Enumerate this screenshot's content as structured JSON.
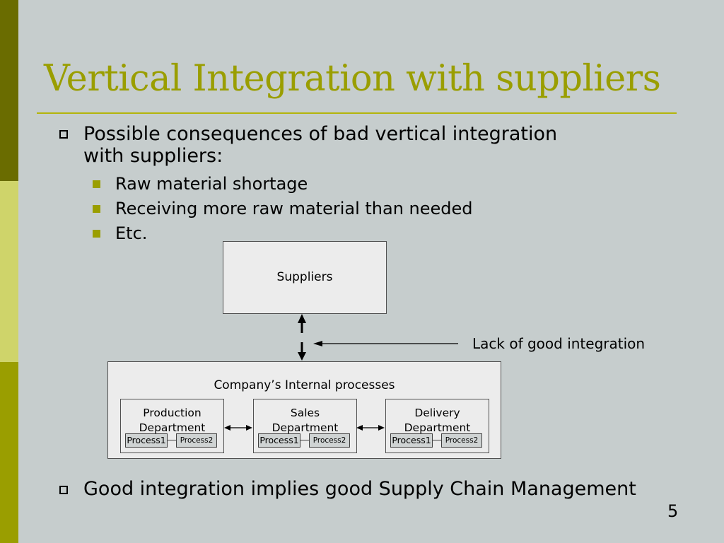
{
  "slide": {
    "title": "Vertical Integration with suppliers",
    "bullets": [
      "Possible consequences of bad vertical integration",
      "with suppliers:"
    ],
    "sub_bullets": [
      "Raw material shortage",
      "Receiving more raw material than needed",
      "Etc."
    ],
    "bottom_bullet": "Good integration implies good Supply Chain Management",
    "page_number": "5"
  },
  "diagram": {
    "suppliers": "Suppliers",
    "lack_label": "Lack of good integration",
    "company": "Company’s Internal processes",
    "departments": [
      {
        "line1": "Production",
        "line2": "Department",
        "process1": "Process1",
        "process2": "Process2"
      },
      {
        "line1": "Sales",
        "line2": "Department",
        "process1": "Process1",
        "process2": "Process2"
      },
      {
        "line1": "Delivery",
        "line2": "Department",
        "process1": "Process1",
        "process2": "Process2"
      }
    ]
  }
}
